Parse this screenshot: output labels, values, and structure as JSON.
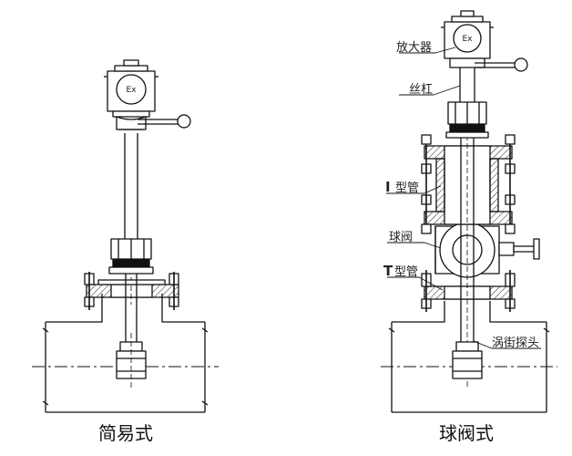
{
  "left": {
    "caption": "简易式",
    "ex_mark": "Ex"
  },
  "right": {
    "caption": "球阀式",
    "ex_mark": "Ex",
    "labels": {
      "amplifier": "放大器",
      "lead_screw": "丝杠",
      "i_pipe_letter": "I",
      "i_pipe_text": "型管",
      "ball_valve": "球阀",
      "t_pipe_letter": "T",
      "t_pipe_text": "型管",
      "vortex_probe": "涡街探头"
    }
  }
}
